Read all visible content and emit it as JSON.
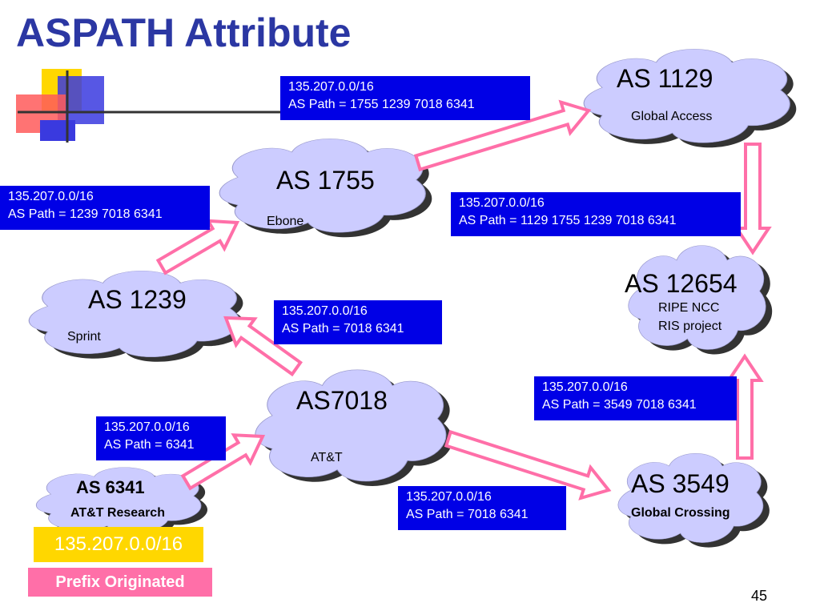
{
  "slide": {
    "title": "ASPATH Attribute",
    "page_number": "45"
  },
  "colors": {
    "title": "#2b37a3",
    "cloud_fill": "#ccccff",
    "cloud_shadow": "#333333",
    "info_box": "#0000e6",
    "arrow_fill": "#ffffff",
    "arrow_stroke": "#ff6fa8",
    "prefix_box": "#ffd700",
    "originated_label": "#ff6fa8"
  },
  "clouds": {
    "as1129": {
      "name": "AS 1129",
      "sub": "Global Access"
    },
    "as1755": {
      "name": "AS 1755",
      "sub": "Ebone"
    },
    "as1239": {
      "name": "AS 1239",
      "sub": "Sprint"
    },
    "as12654": {
      "name": "AS 12654",
      "sub1": "RIPE NCC",
      "sub2": "RIS project"
    },
    "as7018": {
      "name": "AS7018",
      "sub": "AT&T"
    },
    "as3549": {
      "name": "AS 3549",
      "sub": "Global Crossing"
    },
    "as6341": {
      "name": "AS 6341",
      "sub": "AT&T Research"
    }
  },
  "info_boxes": [
    {
      "prefix": "135.207.0.0/16",
      "path": "AS Path = 1755 1239 7018 6341"
    },
    {
      "prefix": "135.207.0.0/16",
      "path": "AS Path = 1239 7018 6341"
    },
    {
      "prefix": "135.207.0.0/16",
      "path": "AS Path = 1129 1755 1239 7018 6341"
    },
    {
      "prefix": "135.207.0.0/16",
      "path": "AS Path = 7018 6341"
    },
    {
      "prefix": "135.207.0.0/16",
      "path": "AS Path = 3549 7018 6341"
    },
    {
      "prefix": "135.207.0.0/16",
      "path": "AS Path = 6341"
    },
    {
      "prefix": "135.207.0.0/16",
      "path": "AS Path = 7018 6341"
    }
  ],
  "origin": {
    "prefix": "135.207.0.0/16",
    "label": "Prefix Originated"
  }
}
